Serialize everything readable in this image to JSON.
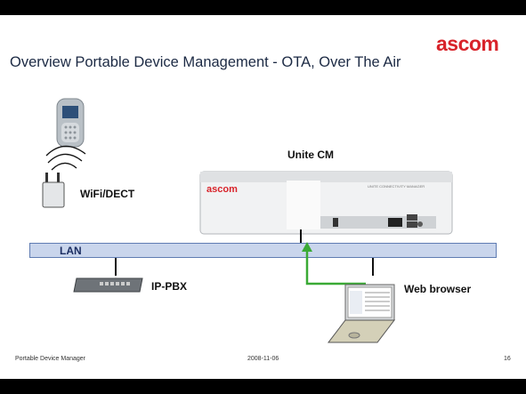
{
  "slide": {
    "logo_text": "ascom",
    "title": "Overview Portable Device Management - OTA, Over The Air"
  },
  "diagram": {
    "wifi_label": "WiFi/DECT",
    "unite_label": "Unite CM",
    "lan_label": "LAN",
    "pbx_label": "IP-PBX",
    "browser_label": "Web browser",
    "unite_device": {
      "brand": "ascom",
      "panel_text": "UNITE CONNECTIVITY MANAGER"
    },
    "colors": {
      "lan_fill": "#c9d5ec",
      "lan_border": "#5f7cb2",
      "arrow": "#3aaa35",
      "brand": "#d8232a"
    }
  },
  "footer": {
    "left": "Portable Device Manager",
    "date": "2008-11-06",
    "page": "16"
  }
}
